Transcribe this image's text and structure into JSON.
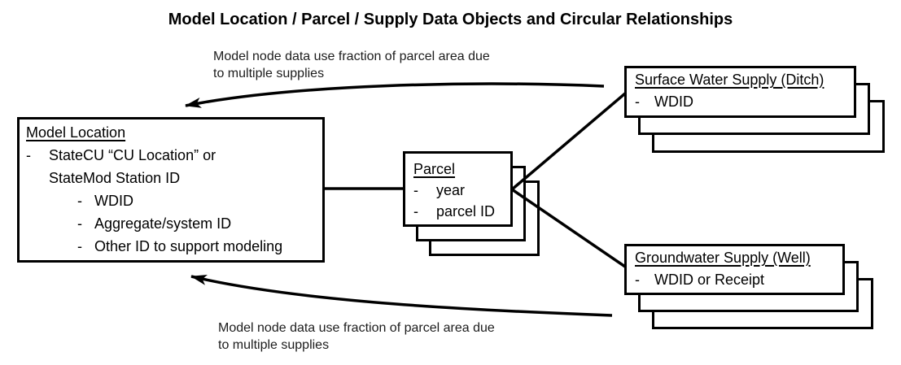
{
  "title": "Model Location / Parcel / Supply Data Objects and Circular Relationships",
  "annotations": {
    "top": {
      "line1": "Model node data use fraction of parcel area due",
      "line2": "to multiple supplies"
    },
    "bottom": {
      "line1": "Model node data use fraction of parcel area due",
      "line2": "to multiple supplies"
    }
  },
  "boxes": {
    "model_location": {
      "title": "Model Location",
      "rows": [
        {
          "dash": "-",
          "text": "StateCU “CU Location” or"
        },
        {
          "dash": "",
          "text": "StateMod Station ID"
        },
        {
          "dash": "-",
          "text": "WDID"
        },
        {
          "dash": "-",
          "text": "Aggregate/system ID"
        },
        {
          "dash": "-",
          "text": "Other ID to support modeling"
        }
      ]
    },
    "parcel": {
      "title": "Parcel",
      "rows": [
        {
          "dash": "-",
          "text": "year"
        },
        {
          "dash": "-",
          "text": "parcel ID"
        }
      ]
    },
    "surface_water_supply": {
      "title": "Surface Water Supply (Ditch)",
      "rows": [
        {
          "dash": "-",
          "text": "WDID"
        }
      ]
    },
    "groundwater_supply": {
      "title": "Groundwater Supply (Well)",
      "rows": [
        {
          "dash": "-",
          "text": "WDID or Receipt"
        }
      ]
    }
  },
  "colors": {
    "ink": "#000000",
    "background": "#ffffff"
  }
}
